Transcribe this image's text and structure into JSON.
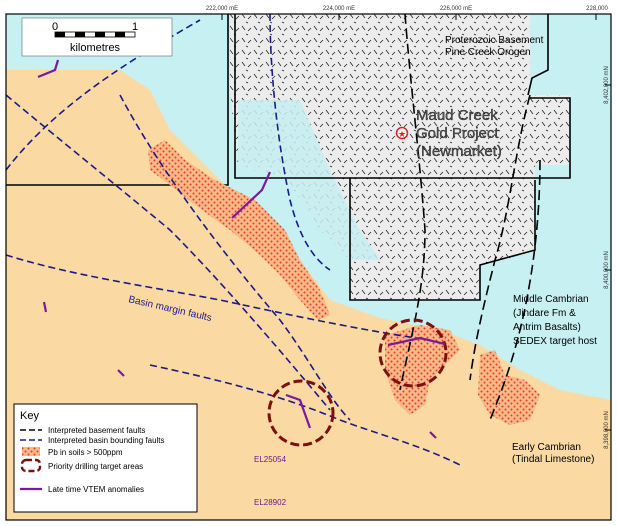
{
  "map": {
    "grid_x_labels": [
      "222,000 mE",
      "224,000 mE",
      "226,000 mE",
      "228,000"
    ],
    "grid_y_labels": [
      "8,402,000 mN",
      "8,400,000 mN",
      "8,398,000 mN"
    ],
    "scale_bar": {
      "zero_label": "0",
      "one_label": "1",
      "unit_label": "kilometres"
    },
    "labels": {
      "basement_title": "Proterozoic Basement",
      "basement_subtitle": "Pine Creek Orogen",
      "project_line1": "Maud Creek",
      "project_line2": "Gold Project",
      "project_line3": "(Newmarket)",
      "mid_cambrian_line1": "Middle Cambrian",
      "mid_cambrian_line2": "(Jindare Fm &",
      "mid_cambrian_line3": "Antrim Basalts)",
      "mid_cambrian_line4": "SEDEX target host",
      "basin_margin_faults": "Basin margin faults",
      "early_cambrian_line1": "Early Cambrian",
      "early_cambrian_line2": "(Tindal Limestone)",
      "tenement_1": "EL25054",
      "tenement_2": "EL28902"
    },
    "legend": {
      "title": "Key",
      "items": [
        "Interpreted basement faults",
        "Interpreted basin bounding faults",
        "Pb in soils > 500ppm",
        "Priority drilling target areas",
        "Late time VTEM anomalies"
      ]
    },
    "colors": {
      "cambrian_fill": "#fbd9a3",
      "basement_fill": "#ececec",
      "water_cyan": "#c6f0f2",
      "pb_soil_fill": "#f6a47a",
      "target_ring": "#7a1010",
      "vtem": "#7b1a9c",
      "fault_basin": "#1a1a8c",
      "tenement_text": "#6b1a8c"
    }
  }
}
